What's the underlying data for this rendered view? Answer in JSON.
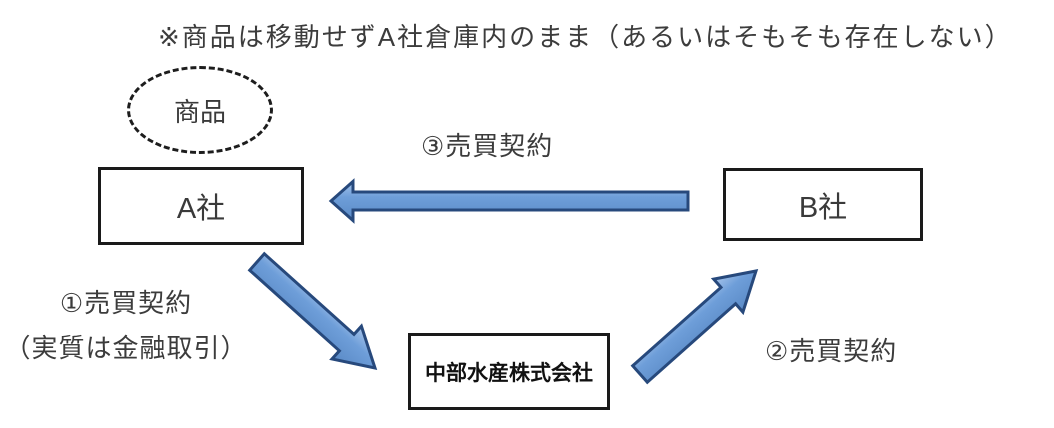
{
  "note": "※商品は移動せずA社倉庫内のまま（あるいはそもそも存在しない）",
  "nodes": {
    "goods": {
      "label": "商品",
      "shape": "dashed-ellipse"
    },
    "company_a": {
      "label": "A社",
      "shape": "rectangle"
    },
    "company_b": {
      "label": "B社",
      "shape": "rectangle"
    },
    "chubu": {
      "label": "中部水産株式会社",
      "shape": "rectangle"
    }
  },
  "arrows": [
    {
      "label": "①売買契約",
      "sublabel": "（実質は金融取引）",
      "from": "A社",
      "to": "中部水産株式会社",
      "direction": "down-right"
    },
    {
      "label": "②売買契約",
      "from": "中部水産株式会社",
      "to": "B社",
      "direction": "up-right"
    },
    {
      "label": "③売買契約",
      "from": "B社",
      "to": "A社",
      "direction": "left"
    }
  ],
  "colors": {
    "arrow_fill_light": "#A7C4EA",
    "arrow_fill": "#6E9ED9",
    "arrow_fill_dark": "#5A8AC6",
    "arrow_border": "#27497C",
    "box_border": "#1a1a1a",
    "text": "#3c3c3c",
    "background": "#ffffff"
  }
}
